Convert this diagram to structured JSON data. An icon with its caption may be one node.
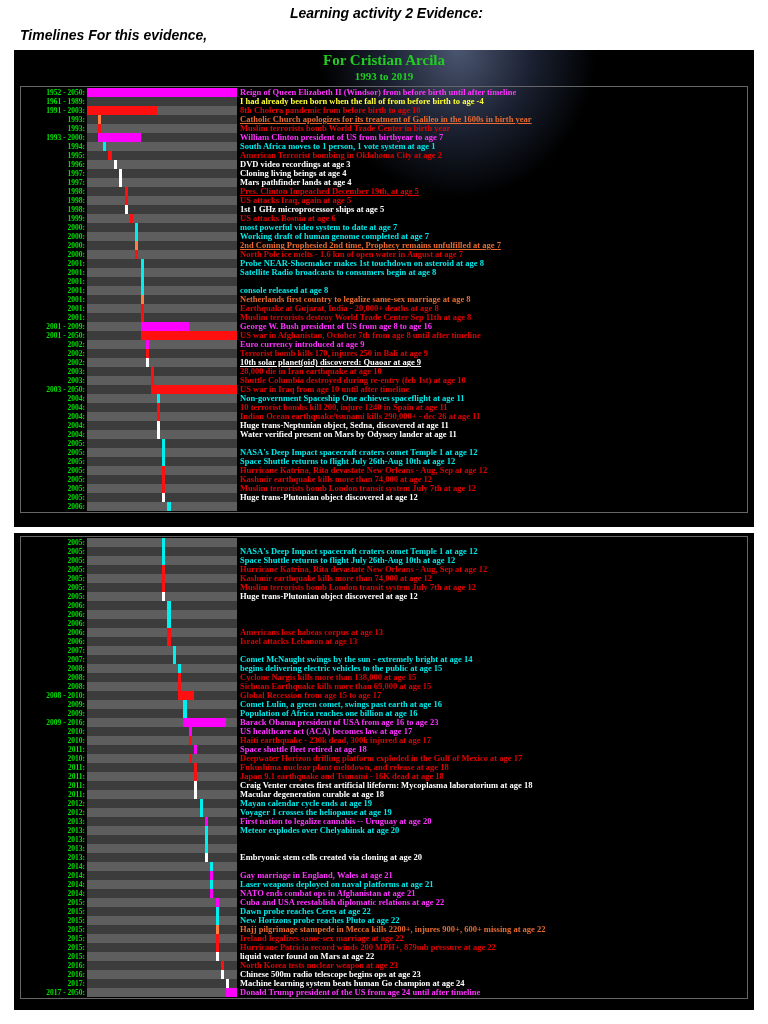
{
  "diagram": {
    "title": "Learning activity 2 Evidence:",
    "labels": [
      "Timelines For this evidence,",
      "For Cristian Arcila",
      "1993 to 2019",
      "1952 - 2050:",
      "Reign of Queen Elizabeth II (Windsor) from before birth until after timeline",
      "1961 - 1989:",
      "I had already been born when the fall of from before birth to age -4",
      "1991 - 2003:",
      "8th Cholera pandemic from before birth to age 10",
      "1993:",
      "Catholic Church apologizes for its treatment of Galileo in the 1600s in birth year",
      "1993:",
      "Muslim terrorists bomb World Trade Center in birth year",
      "1993 - 2000:",
      "William Clinton president of US from birthyear to age 7",
      "1994:",
      "South Africa moves to 1 person, 1 vote system at age 1",
      "1995:",
      "American Terrorist bombing in Oklahoma City at age 2",
      "1996:",
      "DVD video recordings at age 3",
      "1997:",
      "Cloning living beings at age 4",
      "1997:",
      "Mars pathfinder lands at age 4",
      "1998:",
      "Pres. Clinton Impeached December 19th, at age 5",
      "1998:",
      "US attacks Iraq, again at age 5",
      "1998:",
      "1st 1 GHz microprocessor ships at age 5",
      "1999:",
      "US attacks Bosnia at age 6",
      "2000:",
      "most powerful video system to date at age 7",
      "2000:",
      "Working draft of human genome completed at age 7",
      "2000:",
      "2nd Coming Prophesied 2nd time, Prophecy remains unfulfilled at age 7",
      "2000:",
      "North Pole ice melts - 1.6 km of open water in August at age 7",
      "2001:",
      "Probe NEAR-Shoemaker makes 1st touchdown on asteroid at age 8",
      "2001:",
      "Satellite Radio broadcasts to consumers begin at age 8",
      "2001:",
      "2001:",
      "console released at age 8",
      "2001:",
      "Netherlands first country to legalize same-sex marriage at age 8",
      "2001:",
      "Earthquake at Gujarat, India - 20,000+ deaths at age 8",
      "2001:",
      "Muslim terrorists destroy World Trade Center Sep 11th at age 8",
      "2001 - 2009:",
      "George W. Bush president of US from age 8 to age 16",
      "2001 - 2050:",
      "US war in Afghanistan, October 7th from age 8 until after timeline",
      "2002:",
      "Euro currency introduced at age 9",
      "2002:",
      "Terrorist bomb kills 170, injures 250 in Bali at age 9",
      "2002:",
      "10th solar planet(oid) discovered: Quaoar at age 9",
      "2003:",
      "28,000 die in Iran earthquake at age 10",
      "2003:",
      "Shuttle Columbia destroyed during re-entry (feb 1st) at age 10",
      "2003 - 2050:",
      "US war in Iraq from age 10 until after timeline",
      "2004:",
      "Non-government Spaceship One achieves spaceflight at age 11",
      "2004:",
      "10 terrorist bombs kill 200, injure 1240 in Spain at age 11",
      "2004:",
      "Indian Ocean earthquake/tsunami kills 290,000+ - dec 26 at age 11",
      "2004:",
      "Huge trans-Neptunian object, Sedna, discovered at age 11",
      "2004:",
      "Water verified present on Mars by Odyssey lander at age 11",
      "2005:",
      "2005:",
      "NASA's Deep Impact spacecraft craters comet Temple 1 at age 12",
      "2005:",
      "Space Shuttle returns to flight July 26th-Aug 10th at age 12",
      "2005:",
      "Hurricane Katrina, Rita devastate New Orleans - Aug, Sep at age 12",
      "2005:",
      "Kashmir earthquake kills more than 74,000 at age 12",
      "2005:",
      "Muslim terrorists bomb London transit system July 7th at age 12",
      "2005:",
      "Huge trans-Plutonian object discovered at age 12",
      "2006:",
      "2005:",
      "2005:",
      "NASA's Deep Impact spacecraft craters comet Temple 1 at age 12",
      "2005:",
      "Space Shuttle returns to flight July 26th-Aug 10th at age 12",
      "2005:",
      "Hurricane Katrina, Rita devastate New Orleans - Aug, Sep at age 12",
      "2005:",
      "Kashmir earthquake kills more than 74,000 at age 12",
      "2005:",
      "Muslim terrorists bomb London transit system July 7th at age 12",
      "2005:",
      "Huge trans-Plutonian object discovered at age 12",
      "2006:",
      "2006:",
      "2006:",
      "2006:",
      "Americans lose habeas corpus at age 13",
      "2006:",
      "Israel attacks Lebanon at age 13",
      "2007:",
      "2007:",
      "Comet McNaught swings by the sun - extremely bright at age 14",
      "2008:",
      "begins delivering electric vehicles to the public at age 15",
      "2008:",
      "Cyclone Nargis kills more than 138,000 at age 15",
      "2008:",
      "Sichuan Earthquake kills more than 69,000 at age 15",
      "2008 - 2010:",
      "Global Recession from age 15 to age 17",
      "2009:",
      "Comet Lulin, a green comet, swings past earth at age 16",
      "2009:",
      "Population of Africa reaches one billion at age 16",
      "2009 - 2016:",
      "Barack Obama president of USA from age 16 to age 23",
      "2010:",
      "US healthcare act (ACA) becomes law at age 17",
      "2010:",
      "Haiti earthquake - 230k dead, 300k injured at age 17",
      "2011:",
      "Space shuttle fleet retired at age 18",
      "2010:",
      "Deepwater Horizon drilling platform exploded in the Gulf of Mexico at age 17",
      "2011:",
      "Fukushima nuclear plant meltdown, and release at age 18",
      "2011:",
      "Japan 9.1 earthquake and Tsunami - 16K dead at age 18",
      "2011:",
      "Craig Venter creates first artificial lifeform: Mycoplasma laboratorium at age 18",
      "2011:",
      "Macular degeneration curable at age 18",
      "2012:",
      "Mayan calendar cycle ends at age 19",
      "2012:",
      "Voyager 1 crosses the heliopause at age 19",
      "2013:",
      "First nation to legalize cannabis -- Uruguay at age 20",
      "2013:",
      "Meteor explodes over Chelyabinsk at age 20",
      "2013:",
      "2013:",
      "2013:",
      "Embryonic stem cells created via cloning at age 20",
      "2014:",
      "2014:",
      "Gay marriage in England, Wales at age 21",
      "2014:",
      "Laser weapons deployed on naval platforms at age 21",
      "2014:",
      "NATO ends combat ops in Afghanistan at age 21",
      "2015:",
      "Cuba and USA reestablish diplomatic relations at age 22",
      "2015:",
      "Dawn probe reaches Ceres at age 22",
      "2015:",
      "New Horizons probe reaches Pluto at age 22",
      "2015:",
      "Hajj pilgrimage stampede in Mecca kills 2200+, injures 900+, 600+ missing at age 22",
      "2015:",
      "Ireland legalizes same-sex marriage at age 22",
      "2015:",
      "Hurricane Patricia record winds 200 MPH+, 879mb pressure at age 22",
      "2015:",
      "liquid water found on Mars at age 22",
      "2016:",
      "North Korea tests nuclear weapon at age 23",
      "2016:",
      "Chinese 500m radio telescope begins ops at age 23",
      "2017:",
      "Machine learning system beats human Go champion at age 24",
      "2017 - 2050:",
      "Donald Trump president of the US from age 24 until after timeline"
    ]
  }
}
